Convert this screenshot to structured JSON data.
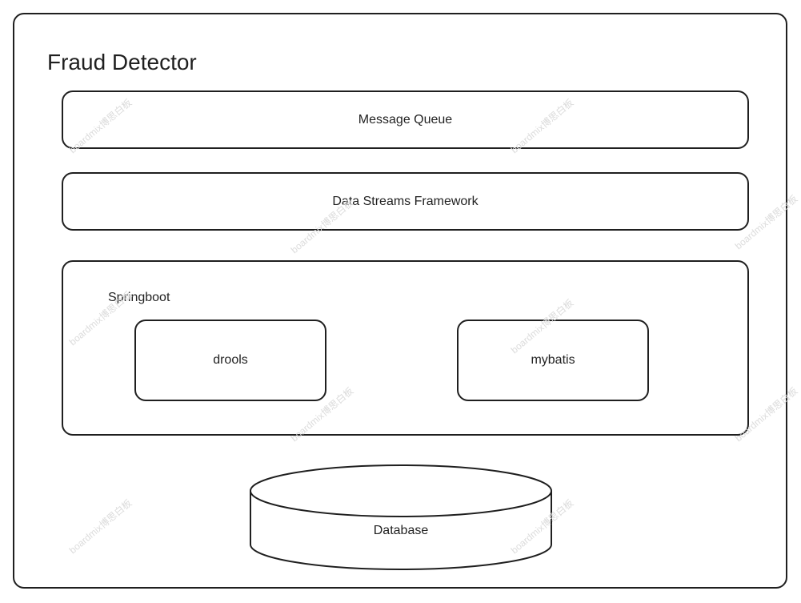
{
  "diagram": {
    "title": "Fraud Detector",
    "message_queue": "Message Queue",
    "data_streams_framework": "Data Streams Framework",
    "springboot": "Springboot",
    "drools": "drools",
    "mybatis": "mybatis",
    "database": "Database"
  },
  "watermark": {
    "text": "boardmix博思白板",
    "color": "#dcdcdc"
  },
  "colors": {
    "stroke": "#1f1f1f",
    "background": "#ffffff"
  }
}
